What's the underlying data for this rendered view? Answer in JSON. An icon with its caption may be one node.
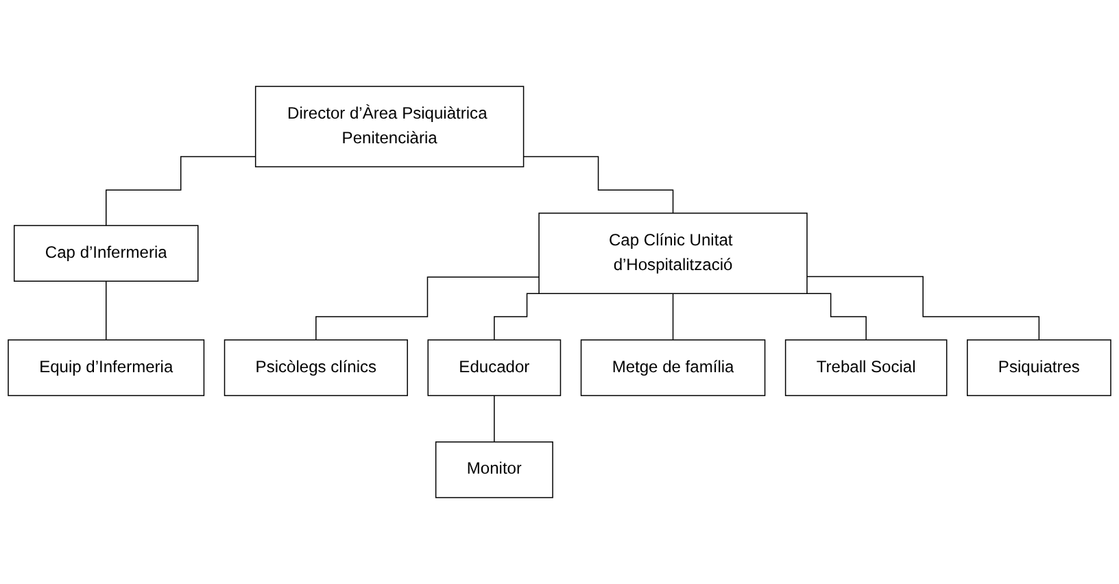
{
  "diagram": {
    "nodes": [
      {
        "text": [
          "Director d’Àrea Psiquiàtrica Penitenciària"
        ]
      },
      {
        "text": [
          "Cap d’Infermeria"
        ]
      },
      {
        "text": [
          "Cap Clínic Unitat d’Hospitalització"
        ]
      },
      {
        "text": [
          "Equip d’Infermeria"
        ]
      },
      {
        "text": [
          "Psicòlegs clínics"
        ]
      },
      {
        "text": [
          "Educador"
        ]
      },
      {
        "text": [
          "Metge de família"
        ]
      },
      {
        "text": [
          "Treball Social"
        ]
      },
      {
        "text": [
          "Psiquiatres"
        ]
      },
      {
        "text": [
          "Monitor"
        ]
      }
    ],
    "edges": [
      {
        "from": 0,
        "to": 1,
        "arrow": "none"
      },
      {
        "from": 0,
        "to": 2,
        "arrow": "none"
      },
      {
        "from": 1,
        "to": 3,
        "arrow": "none"
      },
      {
        "from": 2,
        "to": 4,
        "arrow": "none"
      },
      {
        "from": 2,
        "to": 5,
        "arrow": "none"
      },
      {
        "from": 2,
        "to": 6,
        "arrow": "none"
      },
      {
        "from": 2,
        "to": 7,
        "arrow": "none"
      },
      {
        "from": 2,
        "to": 8,
        "arrow": "none"
      },
      {
        "from": 5,
        "to": 9,
        "arrow": "none"
      }
    ]
  }
}
